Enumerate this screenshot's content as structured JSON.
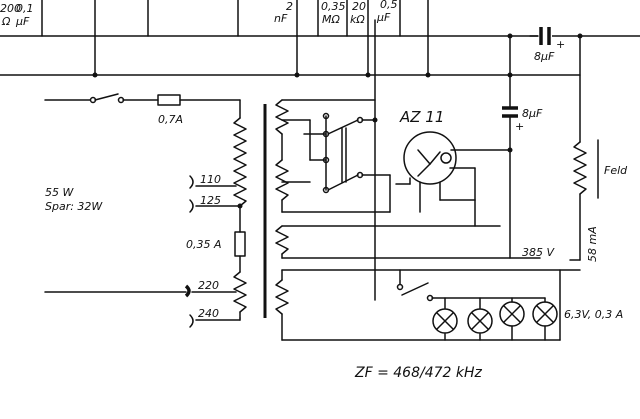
{
  "top_labels": {
    "cap_200": "200",
    "unit_omega": "Ω",
    "cap_01": "0,1",
    "unit_uf": "μF",
    "cap_2": "2",
    "unit_nf": "nF",
    "res_035": "0,35",
    "unit_mohm": "MΩ",
    "res_20": "20",
    "unit_kohm": "kΩ",
    "cap_05": "0,5",
    "unit_uf2": "μF"
  },
  "power": {
    "fuse": "0,7A",
    "power_rating": "55 W",
    "spar_rating": "Spar: 32W",
    "tap_110": "110",
    "tap_125": "125",
    "tap_220": "220",
    "tap_240": "240",
    "fuse2": "0,35 A"
  },
  "rectifier": {
    "tube": "AZ 11",
    "cap_a": "8μF",
    "cap_b": "8μF",
    "plus_a": "+",
    "plus_b": "+",
    "voltage": "385 V",
    "current": "58 mA",
    "field": "Feld"
  },
  "lamps": {
    "rating": "6,3V, 0,3 A"
  },
  "footer": {
    "if": "ZF = 468/472 kHz"
  }
}
